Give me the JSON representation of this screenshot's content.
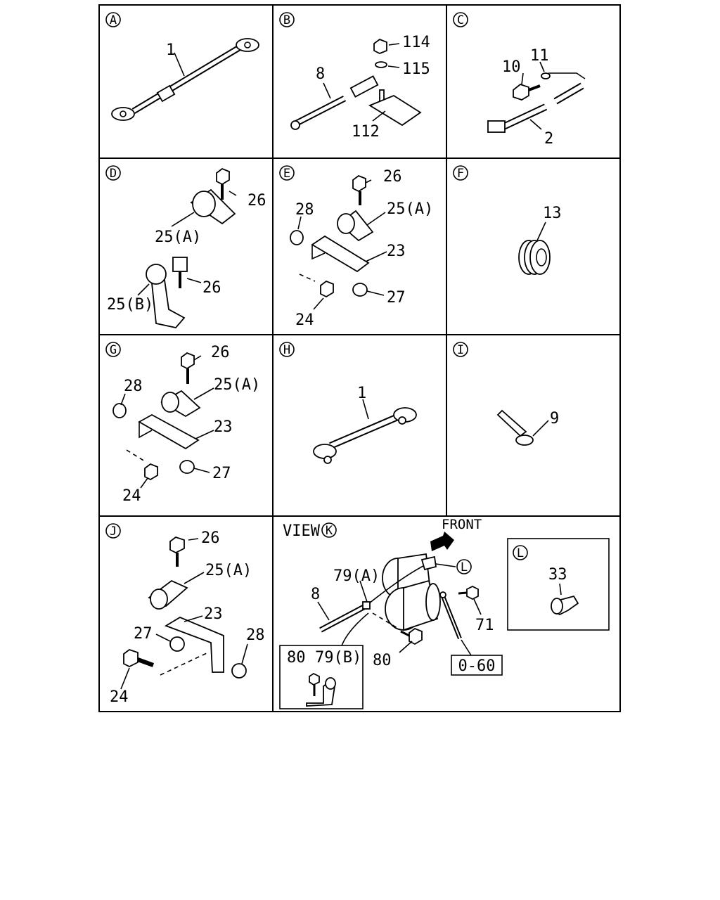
{
  "panels": [
    {
      "id": "A",
      "parts": [
        "1"
      ]
    },
    {
      "id": "B",
      "parts": [
        "114",
        "115",
        "8",
        "112"
      ]
    },
    {
      "id": "C",
      "parts": [
        "10",
        "11",
        "2"
      ]
    },
    {
      "id": "D",
      "parts": [
        "26",
        "25(A)",
        "26",
        "25(B)"
      ]
    },
    {
      "id": "E",
      "parts": [
        "26",
        "28",
        "25(A)",
        "23",
        "27",
        "24"
      ]
    },
    {
      "id": "F",
      "parts": [
        "13"
      ]
    },
    {
      "id": "G",
      "parts": [
        "26",
        "28",
        "25(A)",
        "23",
        "27",
        "24"
      ]
    },
    {
      "id": "H",
      "parts": [
        "1"
      ]
    },
    {
      "id": "I",
      "parts": [
        "9"
      ]
    },
    {
      "id": "J",
      "parts": [
        "26",
        "25(A)",
        "23",
        "27",
        "28",
        "24"
      ]
    },
    {
      "id": "K",
      "view_label": "VIEW",
      "front_label": "FRONT",
      "parts": [
        "79(A)",
        "8",
        "71",
        "80"
      ],
      "ref_box": "0-60",
      "inset": {
        "parts": [
          "80",
          "79(B)"
        ]
      }
    },
    {
      "id": "L",
      "parts": [
        "33"
      ]
    }
  ]
}
